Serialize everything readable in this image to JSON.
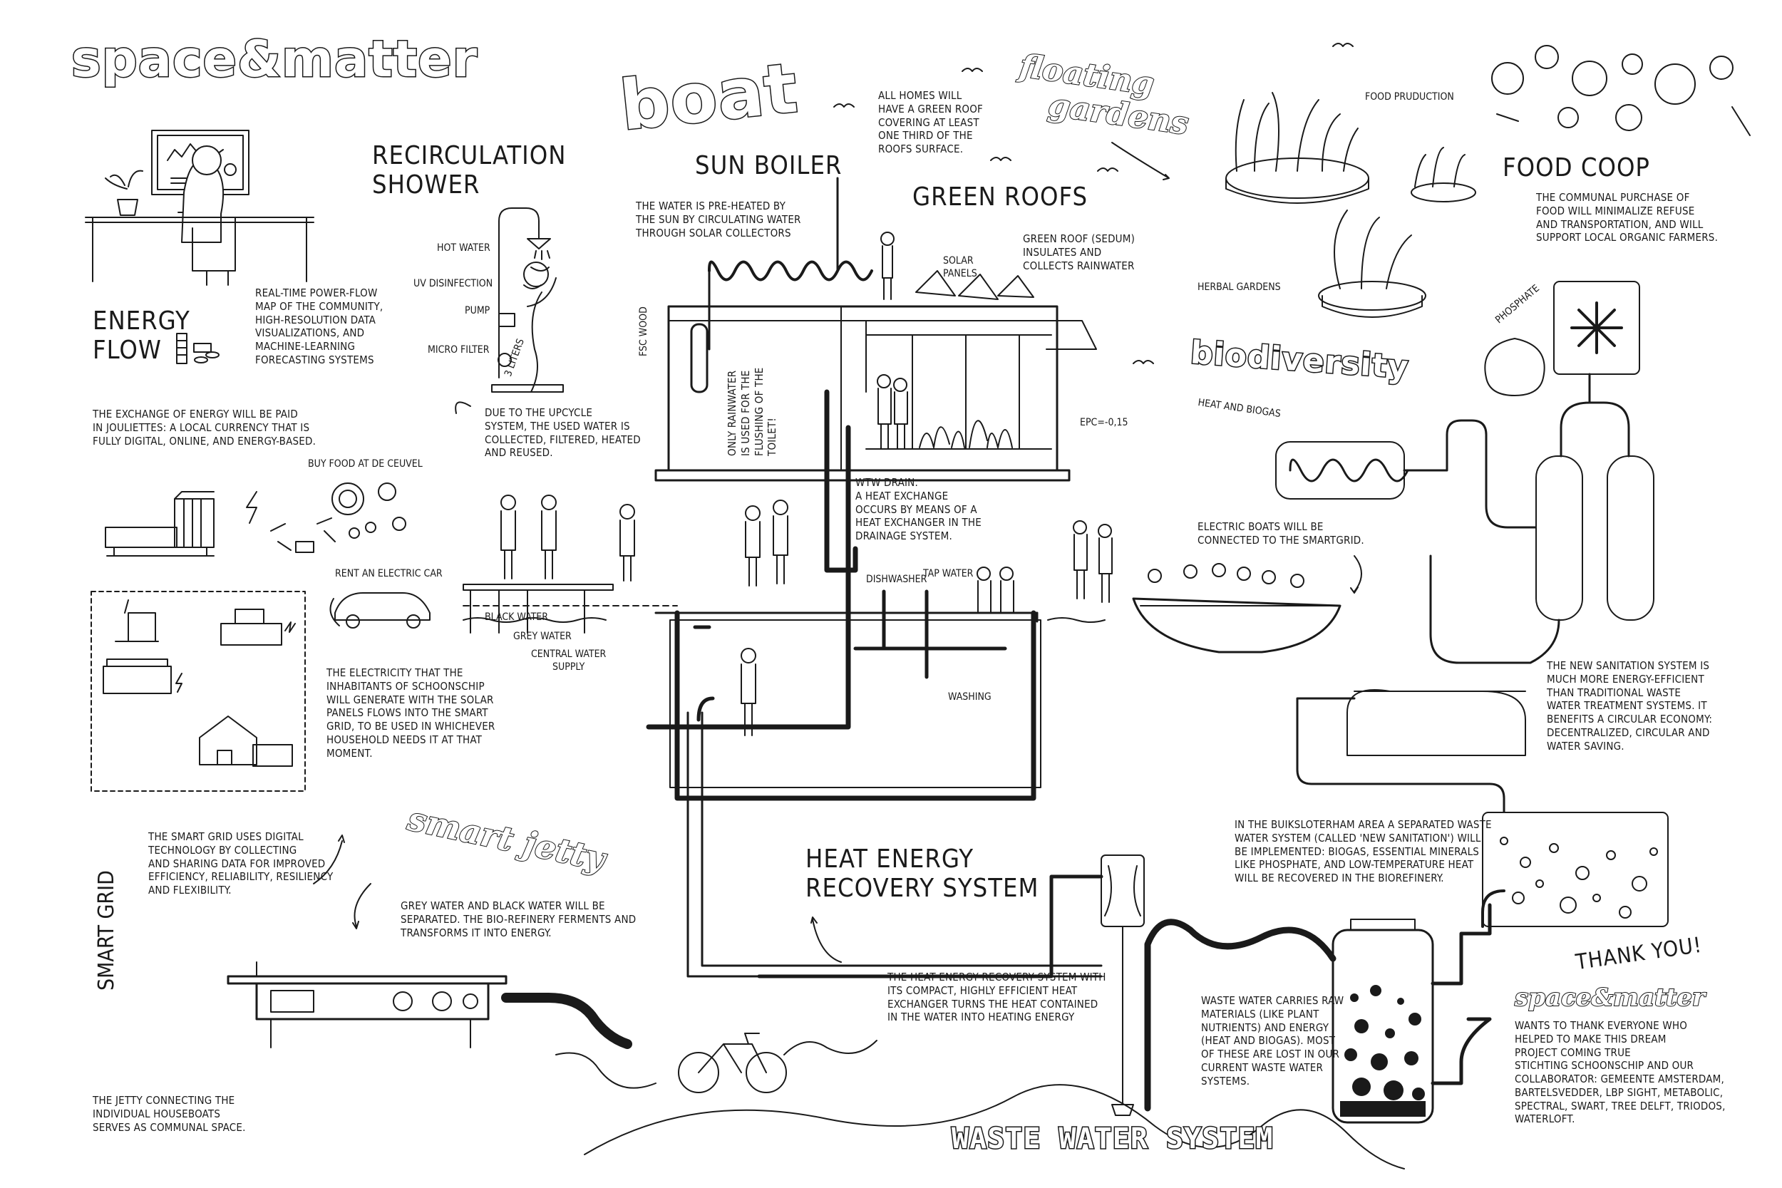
{
  "brand": {
    "logo": "space&matter",
    "logo_footer": "space&matter"
  },
  "titles": {
    "boat": "boat",
    "floating_gardens_1": "floating",
    "floating_gardens_2": "gardens",
    "biodiversity": "biodiversity",
    "smart_jetty": "smart jetty",
    "waste_water_system": "WASTE WATER SYSTEM",
    "smart_grid": "SMART GRID"
  },
  "headings": {
    "recirculation_shower": "RECIRCULATION\nSHOWER",
    "sun_boiler": "SUN BOILER",
    "green_roofs": "GREEN ROOFS",
    "energy_flow": "ENERGY\nFLOW",
    "food_coop": "FOOD COOP",
    "heat_energy": "HEAT ENERGY\nRECOVERY SYSTEM",
    "thank_you": "THANK YOU!"
  },
  "texts": {
    "green_roof_all": "ALL HOMES WILL\nHAVE A GREEN ROOF\nCOVERING AT LEAST\nONE THIRD OF THE\nROOFS SURFACE.",
    "sun_boiler": "THE WATER IS PRE-HEATED BY\nTHE SUN BY CIRCULATING WATER\nTHROUGH SOLAR COLLECTORS",
    "green_roof_sedum": "GREEN ROOF (SEDUM)\nINSULATES AND\nCOLLECTS RAINWATER",
    "food_coop": "THE COMMUNAL PURCHASE OF\nFOOD WILL MINIMALIZE REFUSE\nAND TRANSPORTATION, AND WILL\nSUPPORT LOCAL ORGANIC FARMERS.",
    "real_time": "REAL-TIME POWER-FLOW\nMAP OF THE COMMUNITY,\nHIGH-RESOLUTION DATA\nVISUALIZATIONS, AND\nMACHINE-LEARNING\nFORECASTING SYSTEMS",
    "exchange": "THE EXCHANGE OF ENERGY WILL BE PAID\nIN JOULIETTES: A LOCAL CURRENCY THAT IS\nFULLY DIGITAL, ONLINE, AND ENERGY-BASED.",
    "upcycle": "DUE TO THE UPCYCLE\nSYSTEM, THE USED WATER IS\nCOLLECTED, FILTERED, HEATED\nAND REUSED.",
    "rainwater": "ONLY RAINWATER\nIS USED FOR THE\nFLUSHING OF THE\nTOILET!",
    "wtw": "WTW DRAIN.\nA HEAT EXCHANGE\nOCCURS BY MEANS OF A\nHEAT EXCHANGER IN THE\nDRAINAGE SYSTEM.",
    "electric_boats": "ELECTRIC BOATS WILL BE\nCONNECTED TO THE SMARTGRID.",
    "electricity": "THE ELECTRICITY THAT THE\nINHABITANTS OF SCHOONSCHIP\nWILL GENERATE WITH THE SOLAR\nPANELS FLOWS INTO THE SMART\nGRID, TO BE USED IN WHICHEVER\nHOUSEHOLD NEEDS IT AT THAT\nMOMENT.",
    "sanitation": "THE NEW SANITATION SYSTEM IS\nMUCH MORE ENERGY-EFFICIENT\nTHAN TRADITIONAL WASTE\nWATER TREATMENT SYSTEMS. IT\nBENEFITS A CIRCULAR ECONOMY:\nDECENTRALIZED, CIRCULAR AND\nWATER SAVING.",
    "smart_grid": "THE SMART GRID USES DIGITAL\nTECHNOLOGY BY COLLECTING\nAND SHARING DATA FOR IMPROVED\nEFFICIENCY, RELIABILITY, RESILIENCY\nAND FLEXIBILITY.",
    "buiksloterham": "IN THE BUIKSLOTERHAM AREA A SEPARATED WASTE\nWATER SYSTEM (CALLED 'NEW SANITATION') WILL\nBE IMPLEMENTED: BIOGAS, ESSENTIAL MINERALS\nLIKE PHOSPHATE, AND LOW-TEMPERATURE HEAT\nWILL BE RECOVERED IN THE BIOREFINERY.",
    "grey_black": "GREY WATER AND BLACK WATER WILL BE\nSEPARATED. THE BIO-REFINERY FERMENTS AND\nTRANSFORMS IT INTO ENERGY.",
    "heat_recovery": "THE HEAT ENERGY RECOVERY SYSTEM WITH\nITS COMPACT, HIGHLY EFFICIENT HEAT\nEXCHANGER TURNS THE HEAT CONTAINED\nIN THE WATER INTO HEATING ENERGY",
    "waste_water": "WASTE WATER CARRIES RAW\nMATERIALS (LIKE PLANT\nNUTRIENTS) AND ENERGY\n(HEAT AND BIOGAS). MOST\nOF THESE ARE LOST IN OUR\nCURRENT WASTE WATER\nSYSTEMS.",
    "jetty": "THE JETTY CONNECTING THE\nINDIVIDUAL HOUSEBOATS\nSERVES AS COMMUNAL SPACE.",
    "thanks": "WANTS TO THANK EVERYONE WHO\nHELPED TO MAKE THIS DREAM\nPROJECT COMING TRUE\nSTICHTING SCHOONSCHIP AND OUR\nCOLLABORATOR: GEMEENTE AMSTERDAM,\nBARTELSVEDDER, LBP SIGHT, METABOLIC,\nSPECTRAL, SWART, TREE DELFT, TRIODOS,\nWATERLOFT."
  },
  "labels": {
    "hot_water": "HOT WATER",
    "uv": "UV DISINFECTION",
    "pump": "PUMP",
    "micro_filter": "MICRO FILTER",
    "liters": "3 LITERS",
    "solar_panels": "SOLAR\nPANELS",
    "fsc_wood": "FSC WOOD",
    "epc": "EPC=-0,15",
    "food_production": "FOOD PRUDUCTION",
    "herbal_gardens": "HERBAL GARDENS",
    "phosphate": "PHOSPHATE",
    "heat_biogas": "HEAT AND BIOGAS",
    "buy_food": "BUY FOOD AT DE CEUVEL",
    "rent_car": "RENT AN ELECTRIC CAR",
    "black_water": "BLACK WATER",
    "grey_water": "GREY WATER",
    "central_water": "CENTRAL WATER\nSUPPLY",
    "dishwasher": "DISHWASHER",
    "tap_water": "TAP WATER",
    "washing": "WASHING"
  },
  "colors": {
    "ink": "#1a1a1a",
    "paper": "#ffffff"
  }
}
